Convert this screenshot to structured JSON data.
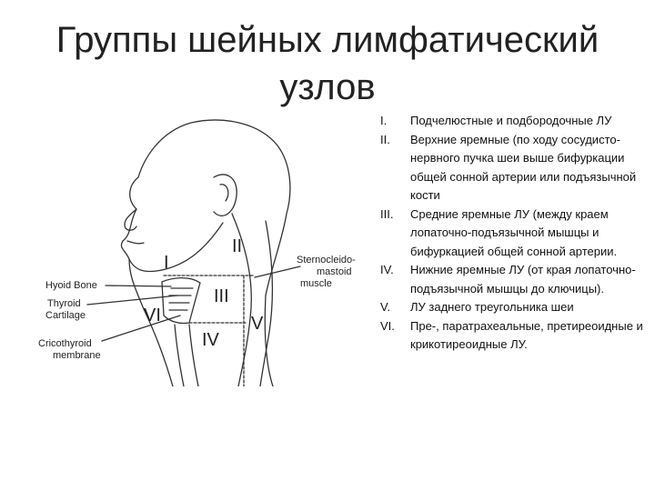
{
  "slide": {
    "title_line1": "Группы шейных лимфатический",
    "title_line2": "узлов"
  },
  "diagram": {
    "labels": {
      "hyoid": "Hyoid Bone",
      "thyroid_1": "Thyroid",
      "thyroid_2": "Cartilage",
      "cricothyroid_1": "Cricothyroid",
      "cricothyroid_2": "membrane",
      "scm_1": "Sternocleido-",
      "scm_2": "mastoid",
      "scm_3": "muscle"
    },
    "levels": {
      "I": "I",
      "II": "II",
      "III": "III",
      "IV": "IV",
      "V": "V",
      "VI": "VI"
    }
  },
  "groups": [
    {
      "num": "I.",
      "text": "Подчелюстные и подбородочные ЛУ"
    },
    {
      "num": "II.",
      "text": "Верхние яремные (по ходу сосудисто-нервного пучка шеи выше бифуркации общей сонной артерии или подъязычной кости"
    },
    {
      "num": "III.",
      "text": "Средние яремные ЛУ (между краем лопаточно-подъязычной мышцы и бифуркацией общей сонной артерии."
    },
    {
      "num": "IV.",
      "text": "Нижние яремные ЛУ (от края лопаточно-подъязычной мышцы до ключицы)."
    },
    {
      "num": "V.",
      "text": "ЛУ заднего треугольника шеи"
    },
    {
      "num": "VI.",
      "text": "Пре-, паратрахеальные, претиреоидные и крикотиреоидные ЛУ."
    }
  ]
}
